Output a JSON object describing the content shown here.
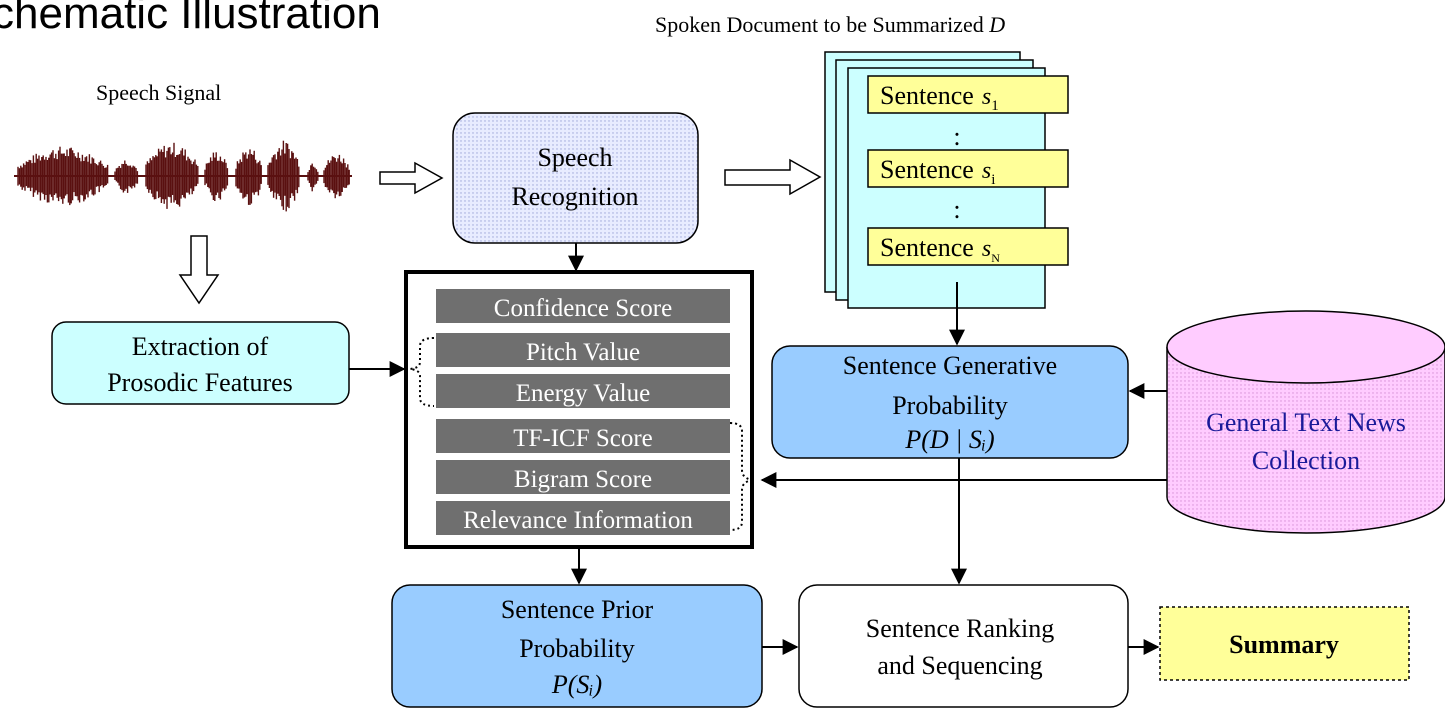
{
  "header": {
    "title": "chematic Illustration"
  },
  "labels": {
    "speech_signal": "Speech Signal",
    "spoken_doc": "Spoken Document to be Summarized",
    "spoken_doc_var": "D"
  },
  "boxes": {
    "speech_recognition": [
      "Speech",
      "Recognition"
    ],
    "prosodic": [
      "Extraction of",
      "Prosodic Features"
    ],
    "generative": {
      "lines": [
        "Sentence Generative",
        "Probability"
      ],
      "formula": "P(D | Sᵢ)"
    },
    "prior": {
      "lines": [
        "Sentence Prior",
        "Probability"
      ],
      "formula": "P(Sᵢ)"
    },
    "ranking": [
      "Sentence Ranking",
      "and Sequencing"
    ],
    "summary": "Summary",
    "news": [
      "General Text News",
      "Collection"
    ]
  },
  "sentences": [
    {
      "label": "Sentence",
      "var": "s",
      "sub": "1"
    },
    {
      "label": "Sentence",
      "var": "s",
      "sub": "i"
    },
    {
      "label": "Sentence",
      "var": "s",
      "sub": "N"
    }
  ],
  "dots": [
    ":",
    ":"
  ],
  "features": [
    "Confidence Score",
    "Pitch Value",
    "Energy Value",
    "TF-ICF Score",
    "Bigram Score",
    "Relevance Information"
  ],
  "colors": {
    "speech_box": "#e8ecff",
    "prosodic_box": "#ccffff",
    "blue_box": "#99ccff",
    "sentence_fill": "#ffff99",
    "doc_fill": "#ccffff",
    "feature_bar": "#6f6f6f",
    "news_fill": "#ffccff",
    "summary_fill": "#ffff99",
    "waveform": "#5a1010"
  }
}
